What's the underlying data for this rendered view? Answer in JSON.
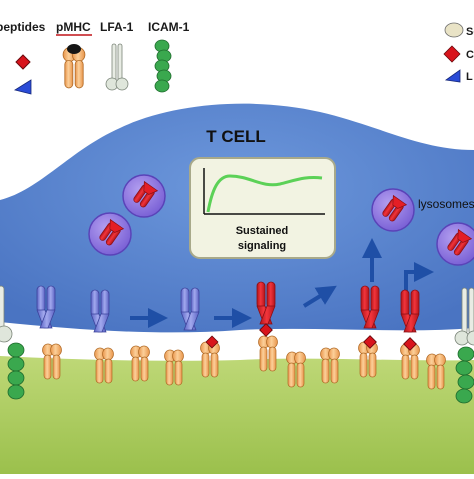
{
  "legend": {
    "peptides": "peptides",
    "pmhc": "pMHC",
    "lfa1": "LFA-1",
    "icam1": "ICAM-1",
    "right_1": "Se",
    "right_2": "C",
    "right_3": "L"
  },
  "cell": {
    "title": "T CELL",
    "lysosomes": "lysosomes"
  },
  "inset": {
    "caption_line1": "Sustained",
    "caption_line2": "signaling"
  },
  "colors": {
    "tcell": "#5b86cf",
    "apc": "#a6c85a",
    "tcr_blue": "#7d86d8",
    "tcr_red": "#e41e26",
    "mhc_orange": "#f5b26b",
    "icam_green": "#2f9a44",
    "signal_curve": "#6cd16a"
  }
}
